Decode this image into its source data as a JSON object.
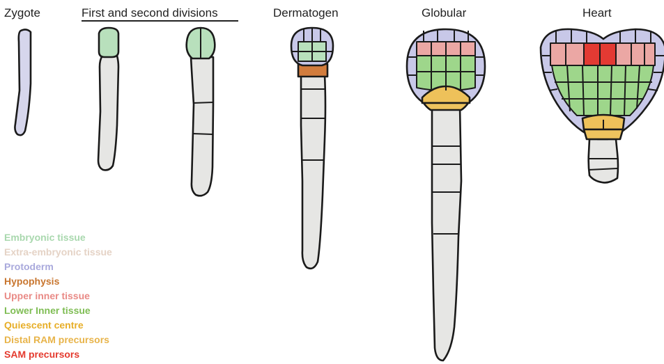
{
  "stages": {
    "zygote": "Zygote",
    "first_second": "First and second divisions",
    "dermatogen": "Dermatogen",
    "globular": "Globular",
    "heart": "Heart"
  },
  "legend": [
    {
      "label": "Embryonic tissue",
      "color": "#a9d8ae"
    },
    {
      "label": "Extra-embryonic tissue",
      "color": "#e5d3c6"
    },
    {
      "label": "Protoderm",
      "color": "#a9a9dc"
    },
    {
      "label": "Hypophysis",
      "color": "#c8762f"
    },
    {
      "label": "Upper inner tissue",
      "color": "#e98a86"
    },
    {
      "label": "Lower Inner tissue",
      "color": "#7fbd54"
    },
    {
      "label": "Quiescent centre",
      "color": "#e7ae27"
    },
    {
      "label": "Distal RAM precursors",
      "color": "#e8b44a"
    },
    {
      "label": "SAM precursors",
      "color": "#e43a2e"
    }
  ],
  "colors": {
    "embryonic": "#b8e0bc",
    "suspensor": "#e6e6e4",
    "protoderm": "#c8c8e8",
    "hypophysis": "#d27c3d",
    "upper_inner": "#eba7a4",
    "lower_inner": "#9ed68b",
    "quiescent": "#eec15a",
    "distal_ram": "#eec35e",
    "sam": "#e33a33"
  }
}
